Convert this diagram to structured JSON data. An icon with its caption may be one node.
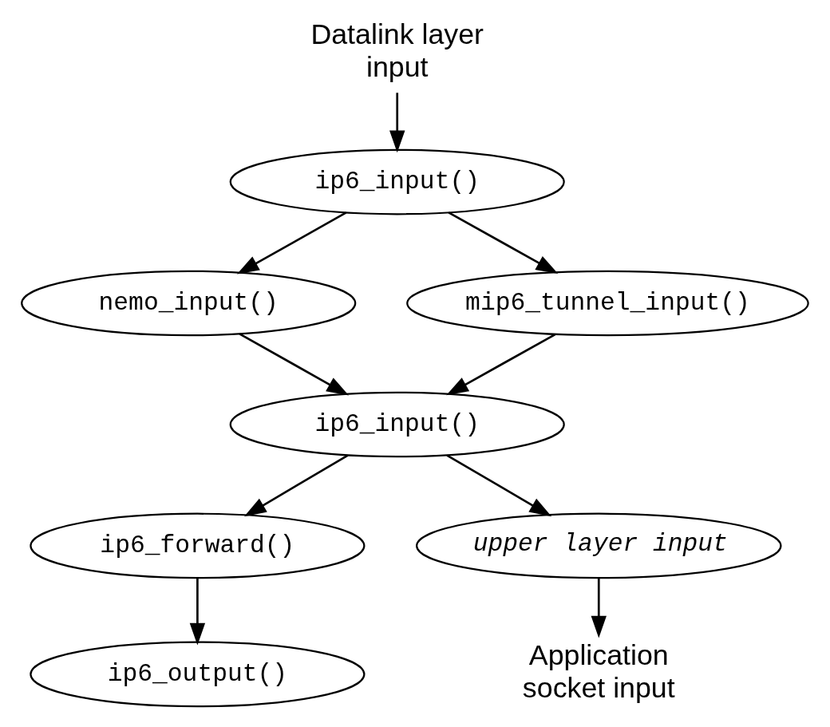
{
  "diagram": {
    "nodes": [
      {
        "text": [
          "Datalink layer input"
        ]
      },
      {
        "text": [
          "ip6_input()"
        ]
      },
      {
        "text": [
          "nemo_input()"
        ]
      },
      {
        "text": [
          "mip6_tunnel_input()"
        ]
      },
      {
        "text": [
          "ip6_input()"
        ]
      },
      {
        "text": [
          "ip6_forward()"
        ]
      },
      {
        "text": [
          "upper layer input"
        ]
      },
      {
        "text": [
          "ip6_output()"
        ]
      },
      {
        "text": [
          "Application socket input"
        ]
      }
    ],
    "edges": [
      {
        "from": 0,
        "to": 1,
        "arrow": "to"
      },
      {
        "from": 1,
        "to": 2,
        "arrow": "to"
      },
      {
        "from": 1,
        "to": 3,
        "arrow": "to"
      },
      {
        "from": 2,
        "to": 4,
        "arrow": "to"
      },
      {
        "from": 3,
        "to": 4,
        "arrow": "to"
      },
      {
        "from": 4,
        "to": 5,
        "arrow": "to"
      },
      {
        "from": 4,
        "to": 6,
        "arrow": "to"
      },
      {
        "from": 5,
        "to": 7,
        "arrow": "to"
      },
      {
        "from": 6,
        "to": 8,
        "arrow": "to"
      }
    ]
  }
}
